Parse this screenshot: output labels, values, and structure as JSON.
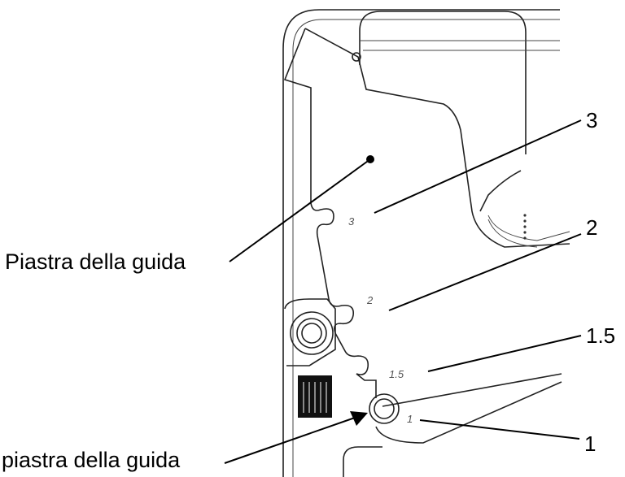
{
  "labels": {
    "guide_plate": "Piastra della guida",
    "guide_plate_lower": "piastra della guida"
  },
  "callouts": [
    "3",
    "2",
    "1.5",
    "1"
  ],
  "plate_marks": [
    "3",
    "2",
    "1.5",
    "1"
  ]
}
